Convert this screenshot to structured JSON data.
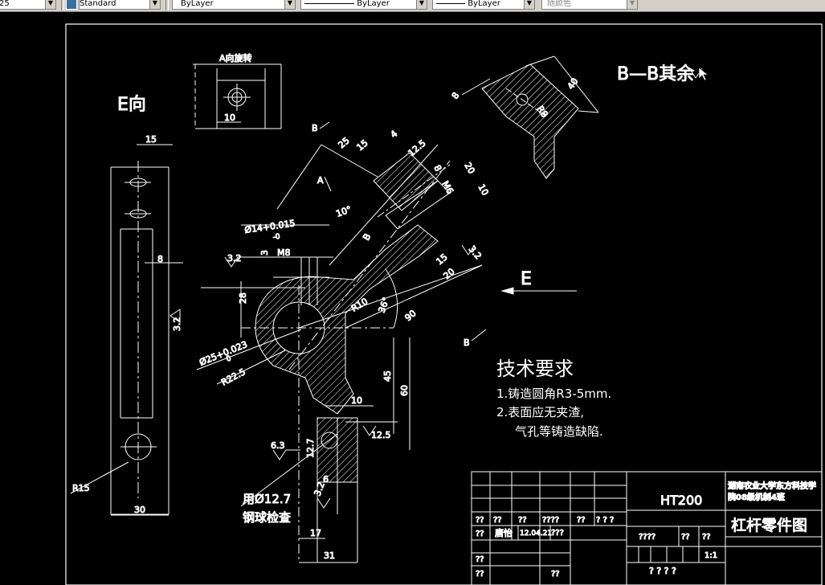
{
  "toolbar": {
    "text_style_value": "25",
    "dim_style_value": "Standard",
    "layer_value": "ByLayer",
    "linetype_value": "ByLayer",
    "lineweight_value": "ByLayer",
    "color_value": "随颜色"
  },
  "drawing": {
    "views": {
      "rotate_view_title": "A向旋转",
      "e_view_title": "E向",
      "section_title": "B—B其余",
      "e_arrow_label": "E",
      "b_label": "B",
      "a_label": "A"
    },
    "dims": {
      "d10_top": "10",
      "d15": "15",
      "d8": "8",
      "r15": "R15",
      "d30": "30",
      "d25": "25",
      "d15b": "15",
      "d4": "4",
      "d125": "12.5",
      "d20": "20",
      "d10": "10",
      "d8b": "8",
      "m6": "M6",
      "d10deg": "10°",
      "phi14": "Ø14+0.015",
      "phi14_lower": "-0",
      "m8": "M8",
      "d3": "3",
      "d32": "3.2",
      "d28": "28",
      "r10": "R10",
      "d36": "36°",
      "d90": "90",
      "phi25": "Ø25+0.023",
      "phi25_lower": "0",
      "r225": "R22.5",
      "d45": "45",
      "d60": "60",
      "d10c": "10",
      "d25b": "12.5",
      "d63": "6.3",
      "d127": "12.7",
      "d6": "6",
      "d17": "17",
      "d31": "31",
      "d15c": "15",
      "d20b": "20",
      "d32b": "3.2",
      "d8c": "8",
      "r8": "R8",
      "d40": "40",
      "d32c": "3.2",
      "d32d": "3.2"
    },
    "notes": {
      "ball_check_line1": "用Ø12.7",
      "ball_check_line2": "钢球检查",
      "tech_title": "技术要求",
      "tech_1": "1.铸造圆角R3-5mm.",
      "tech_2": "2.表面应无夹渣,",
      "tech_3": "气孔等铸造缺陷."
    },
    "title_block": {
      "material": "HT200",
      "school_line1": "湖南农业大学东方科技学",
      "school_line2": "院08级机制4班",
      "part_name": "杠杆零件图",
      "q2": "??",
      "q4": "????",
      "q3": "? ? ?",
      "designer": "唐怡",
      "date": "12.04.21",
      "q3b": "???",
      "scale": "1:1",
      "bottom_q": "?   ?   ?   ?"
    }
  }
}
